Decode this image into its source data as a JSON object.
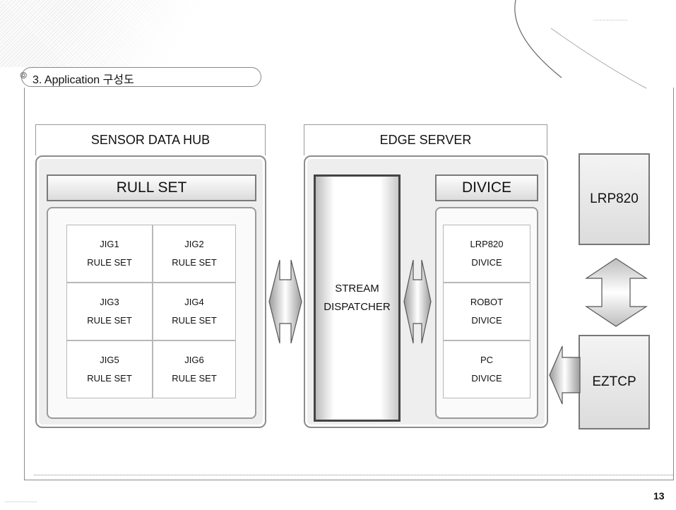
{
  "header": {
    "section_title": "3. Application 구성도",
    "page_number": "13"
  },
  "hub": {
    "title": "SENSOR DATA HUB",
    "ruleset_label": "RULL SET",
    "rules": [
      {
        "name": "JIG1",
        "label": "RULE SET"
      },
      {
        "name": "JIG2",
        "label": "RULE SET"
      },
      {
        "name": "JIG3",
        "label": "RULE SET"
      },
      {
        "name": "JIG4",
        "label": "RULE SET"
      },
      {
        "name": "JIG5",
        "label": "RULE SET"
      },
      {
        "name": "JIG6",
        "label": "RULE SET"
      }
    ]
  },
  "edge": {
    "title": "EDGE SERVER",
    "dispatcher": {
      "line1": "STREAM",
      "line2": "DISPATCHER"
    },
    "device_label": "DIVICE",
    "devices": [
      {
        "name": "LRP820",
        "label": "DIVICE"
      },
      {
        "name": "ROBOT",
        "label": "DIVICE"
      },
      {
        "name": "PC",
        "label": "DIVICE"
      }
    ]
  },
  "external": {
    "lrp": "LRP820",
    "eztcp": "EZTCP"
  }
}
